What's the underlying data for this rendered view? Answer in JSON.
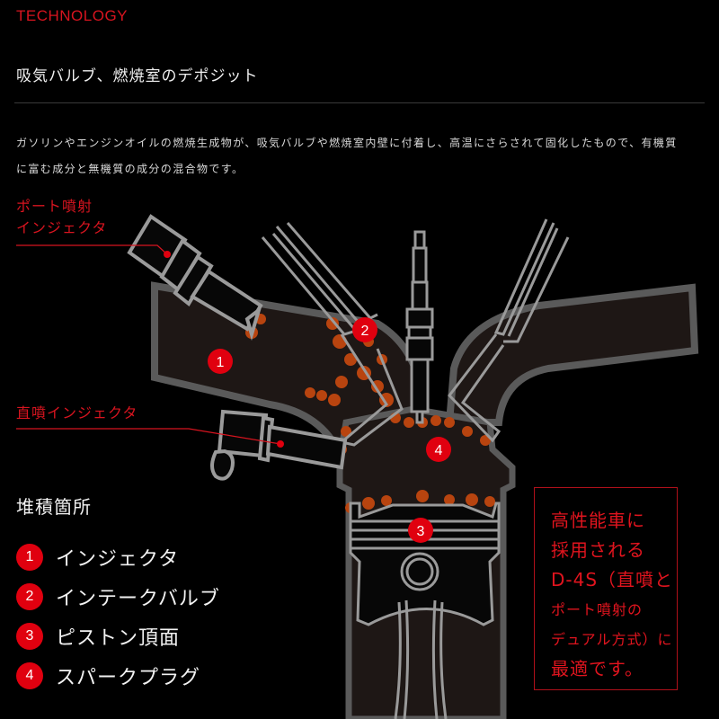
{
  "header": {
    "eyebrow": "TECHNOLOGY",
    "title": "吸気バルブ、燃焼室のデポジット"
  },
  "description": {
    "line1": "ガソリンやエンジンオイルの燃焼生成物が、吸気バルブや燃焼室内壁に付着し、高温にさらされて固化したもので、有機質",
    "line2": "に富む成分と無機質の成分の混合物です。"
  },
  "diagram": {
    "labels": {
      "port_injector_line1": "ポート噴射",
      "port_injector_line2": "インジェクタ",
      "direct_injector": "直噴インジェクタ"
    },
    "markers": [
      {
        "number": "1"
      },
      {
        "number": "2"
      },
      {
        "number": "3"
      },
      {
        "number": "4"
      }
    ]
  },
  "legend": {
    "title": "堆積箇所",
    "items": [
      {
        "number": "1",
        "label": "インジェクタ"
      },
      {
        "number": "2",
        "label": "インテークバルブ"
      },
      {
        "number": "3",
        "label": "ピストン頂面"
      },
      {
        "number": "4",
        "label": "スパークプラグ"
      }
    ]
  },
  "callout": {
    "lines": [
      "高性能車に",
      "採用される",
      "D-4S（直噴と",
      "ポート噴射の",
      "デュアル方式）に",
      "最適です。"
    ]
  },
  "colors": {
    "accent_red": "#d7141f",
    "badge_red": "#e0000f",
    "deposit_orange": "#b8440f",
    "outline_gray": "#8a8a8a",
    "chamber_fill": "#1e1715"
  }
}
